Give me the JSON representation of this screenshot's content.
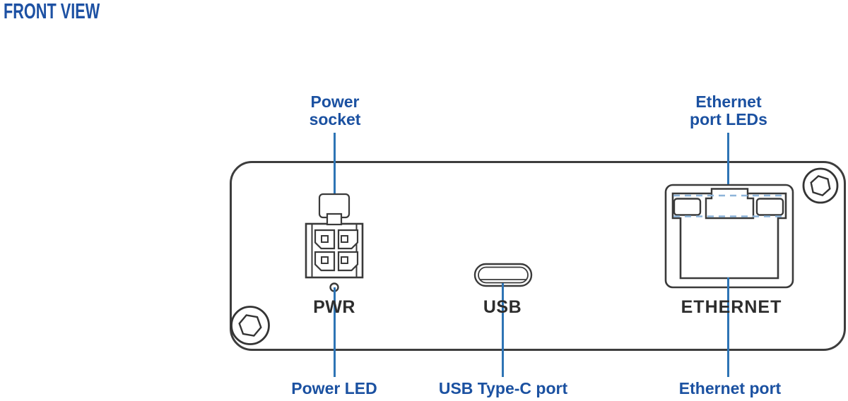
{
  "title": "FRONT VIEW",
  "colors": {
    "callout_blue": "#1b51a1",
    "leader_line_blue": "#2e74b5",
    "ethernet_led_dash_blue": "#8db4d9",
    "outline_dark": "#3a3a3a",
    "panel_label_dark": "#2d2d2d",
    "background": "#ffffff"
  },
  "callouts": {
    "power_socket": "Power socket",
    "ethernet_port_leds": "Ethernet port LEDs",
    "power_led": "Power LED",
    "usb_type_c": "USB Type-C port",
    "ethernet_port": "Ethernet port"
  },
  "panel_labels": {
    "power": "PWR",
    "usb": "USB",
    "ethernet": "ETHERNET"
  }
}
